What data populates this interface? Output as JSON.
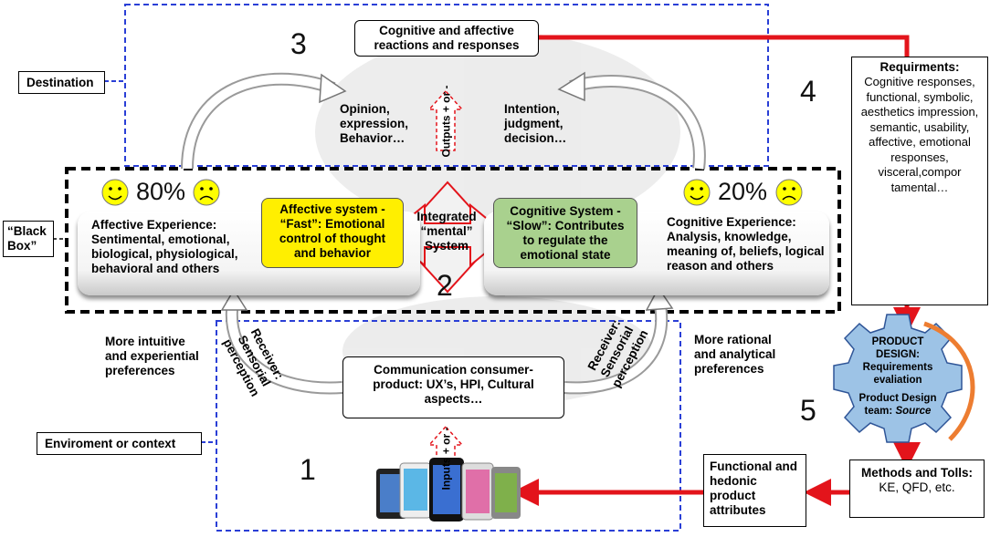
{
  "numbers": {
    "n1": "1",
    "n2": "2",
    "n3": "3",
    "n4": "4",
    "n5": "5"
  },
  "labels": {
    "destination": "Destination",
    "black_box": "“Black Box”",
    "environment": "Enviroment or context"
  },
  "top": {
    "reactions": "Cognitive and affective reactions and responses",
    "opinion": "Opinion, expression, Behavior…",
    "intention": "Intention, judgment, decision…",
    "outputs_arrow": "Outputs + or -"
  },
  "affective": {
    "percent": "80%",
    "experience_title": "Affective Experience:",
    "experience_body": "Sentimental, emotional, biological, physiological, behavioral and others",
    "system": "Affective system - “Fast”: Emotional control of thought and behavior"
  },
  "integrated": "Integrated “mental” System",
  "cognitive": {
    "percent": "20%",
    "experience_title": "Cognitive Experience:",
    "experience_body": "Analysis, knowledge, meaning of, beliefs, logical reason and others",
    "system": "Cognitive System - “Slow”: Contributes to regulate the emotional state"
  },
  "preferences": {
    "intuitive": "More intuitive and experiential preferences",
    "rational": "More rational and analytical preferences"
  },
  "receivers": {
    "left": "Receiver: Sensorial perception",
    "right": "Receiver: Sensorial perception"
  },
  "communication": "Communication consumer-product: UX’s, HPI, Cultural aspects…",
  "inputs_arrow": "Inputs + or -",
  "requirements": {
    "title": "Requirments:",
    "body": "Cognitive responses, functional, symbolic, aesthetics impression, semantic, usability, affective, emotional responses, visceral,compor tamental…"
  },
  "product_design": {
    "title": "PRODUCT DESIGN: Requirements evaliation",
    "team": "Product Design team:",
    "source": "Source"
  },
  "methods": {
    "title": "Methods and Tolls:",
    "body": "KE, QFD, etc."
  },
  "attributes": "Functional and hedonic product attributes",
  "colors": {
    "red": "#e3141b",
    "blue_dash": "#2a3fd6",
    "affective_fill": "#ffef00",
    "cognitive_fill": "#a9d18e",
    "gear_fill": "#9dc3e6",
    "orange": "#ed7d31",
    "smiley": "#ffff00"
  }
}
